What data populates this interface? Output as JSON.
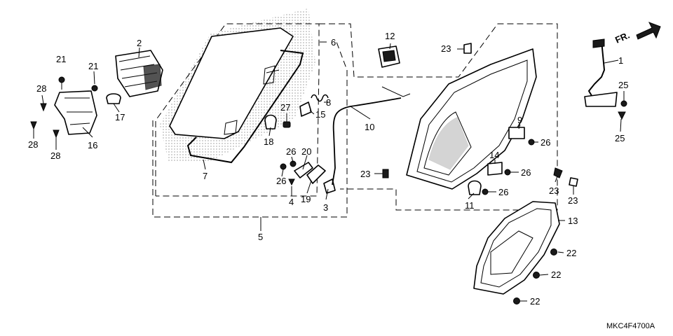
{
  "diagram": {
    "drawing_code": "MKC4F4700A",
    "direction_label": "FR.",
    "callouts": [
      {
        "id": "c1",
        "label": "1"
      },
      {
        "id": "c2",
        "label": "2"
      },
      {
        "id": "c3",
        "label": "3"
      },
      {
        "id": "c4",
        "label": "4"
      },
      {
        "id": "c5",
        "label": "5"
      },
      {
        "id": "c6",
        "label": "6"
      },
      {
        "id": "c7",
        "label": "7"
      },
      {
        "id": "c8",
        "label": "8"
      },
      {
        "id": "c9",
        "label": "9"
      },
      {
        "id": "c10",
        "label": "10"
      },
      {
        "id": "c11",
        "label": "11"
      },
      {
        "id": "c12",
        "label": "12"
      },
      {
        "id": "c13",
        "label": "13"
      },
      {
        "id": "c14",
        "label": "14"
      },
      {
        "id": "c15",
        "label": "15"
      },
      {
        "id": "c16",
        "label": "16"
      },
      {
        "id": "c17",
        "label": "17"
      },
      {
        "id": "c18",
        "label": "18"
      },
      {
        "id": "c19",
        "label": "19"
      },
      {
        "id": "c20",
        "label": "20"
      },
      {
        "id": "c21a",
        "label": "21"
      },
      {
        "id": "c21b",
        "label": "21"
      },
      {
        "id": "c22a",
        "label": "22"
      },
      {
        "id": "c22b",
        "label": "22"
      },
      {
        "id": "c22c",
        "label": "22"
      },
      {
        "id": "c23a",
        "label": "23"
      },
      {
        "id": "c23b",
        "label": "23"
      },
      {
        "id": "c23c",
        "label": "23"
      },
      {
        "id": "c23d",
        "label": "23"
      },
      {
        "id": "c25a",
        "label": "25"
      },
      {
        "id": "c25b",
        "label": "25"
      },
      {
        "id": "c26a",
        "label": "26"
      },
      {
        "id": "c26b",
        "label": "26"
      },
      {
        "id": "c26c",
        "label": "26"
      },
      {
        "id": "c26d",
        "label": "26"
      },
      {
        "id": "c26e",
        "label": "26"
      },
      {
        "id": "c27",
        "label": "27"
      },
      {
        "id": "c28a",
        "label": "28"
      },
      {
        "id": "c28b",
        "label": "28"
      },
      {
        "id": "c28c",
        "label": "28"
      }
    ]
  }
}
